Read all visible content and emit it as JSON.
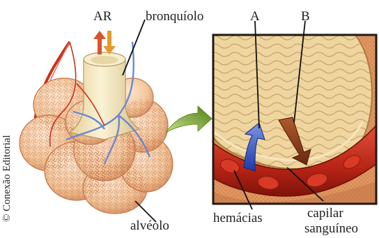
{
  "labels": {
    "ar": "AR",
    "bronquiolo": "bronquíolo",
    "a": "A",
    "b": "B",
    "alveolo": "alvéolo",
    "hemacias": "hemácias",
    "capilar_line1": "capilar",
    "capilar_line2": "sanguíneo"
  },
  "copyright": "© Conexão Editorial",
  "colors": {
    "alveolus_fill": "#f6d2ad",
    "alveolus_stroke": "#c4764a",
    "capillary_red": "#c8321e",
    "capillary_blue": "#6f86d0",
    "bronchiole": "#f3e6bf",
    "arrow_a": "#2f4fc0",
    "arrow_b": "#8a3b1a",
    "transition_arrow": "#6e9a23",
    "zoom_bg": "#d88a54",
    "zoom_frame": "#1f1a16"
  }
}
